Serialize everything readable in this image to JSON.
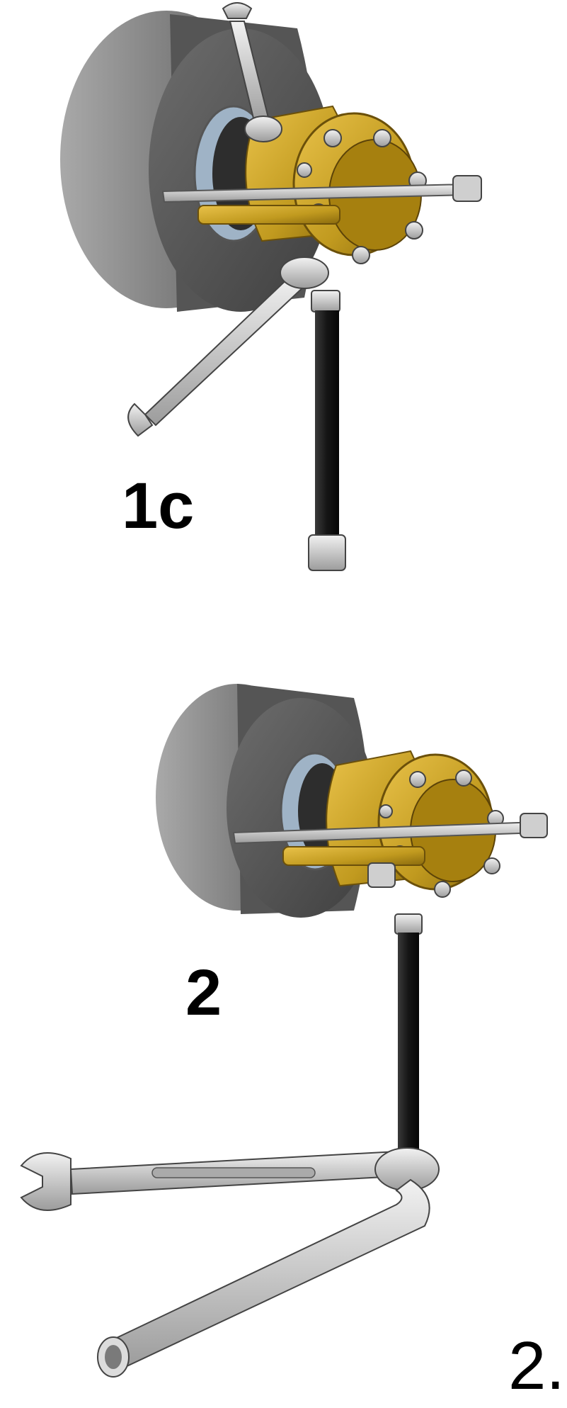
{
  "steps": [
    {
      "label": "1c"
    },
    {
      "label": "2"
    },
    {
      "label": "2."
    }
  ],
  "colors": {
    "housing": "#8a8a8a",
    "housing_dark": "#5e5e5e",
    "flange": "#c9a227",
    "flange_dark": "#8f6f10",
    "hose": "#1c1c1c",
    "wrench": "#d4d4d4",
    "bolt": "#b8b8b8"
  }
}
